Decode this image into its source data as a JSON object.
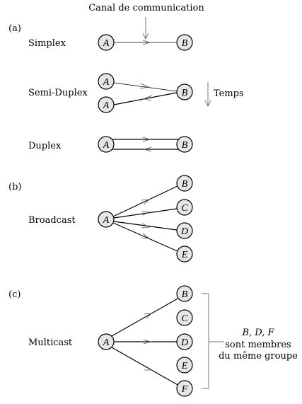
{
  "title": "Canal de communication",
  "sections": {
    "a": {
      "tag": "(a)"
    },
    "b": {
      "tag": "(b)"
    },
    "c": {
      "tag": "(c)"
    }
  },
  "modes": {
    "simplex": "Simplex",
    "semi_duplex": "Semi-Duplex",
    "duplex": "Duplex",
    "broadcast": "Broadcast",
    "multicast": "Multicast"
  },
  "time_label": "Temps",
  "nodes": {
    "a": "A",
    "b": "B",
    "c": "C",
    "d": "D",
    "e": "E",
    "f": "F"
  },
  "group_note": {
    "members": "B, D, F",
    "line1": "sont membres",
    "line2": "du même groupe"
  }
}
